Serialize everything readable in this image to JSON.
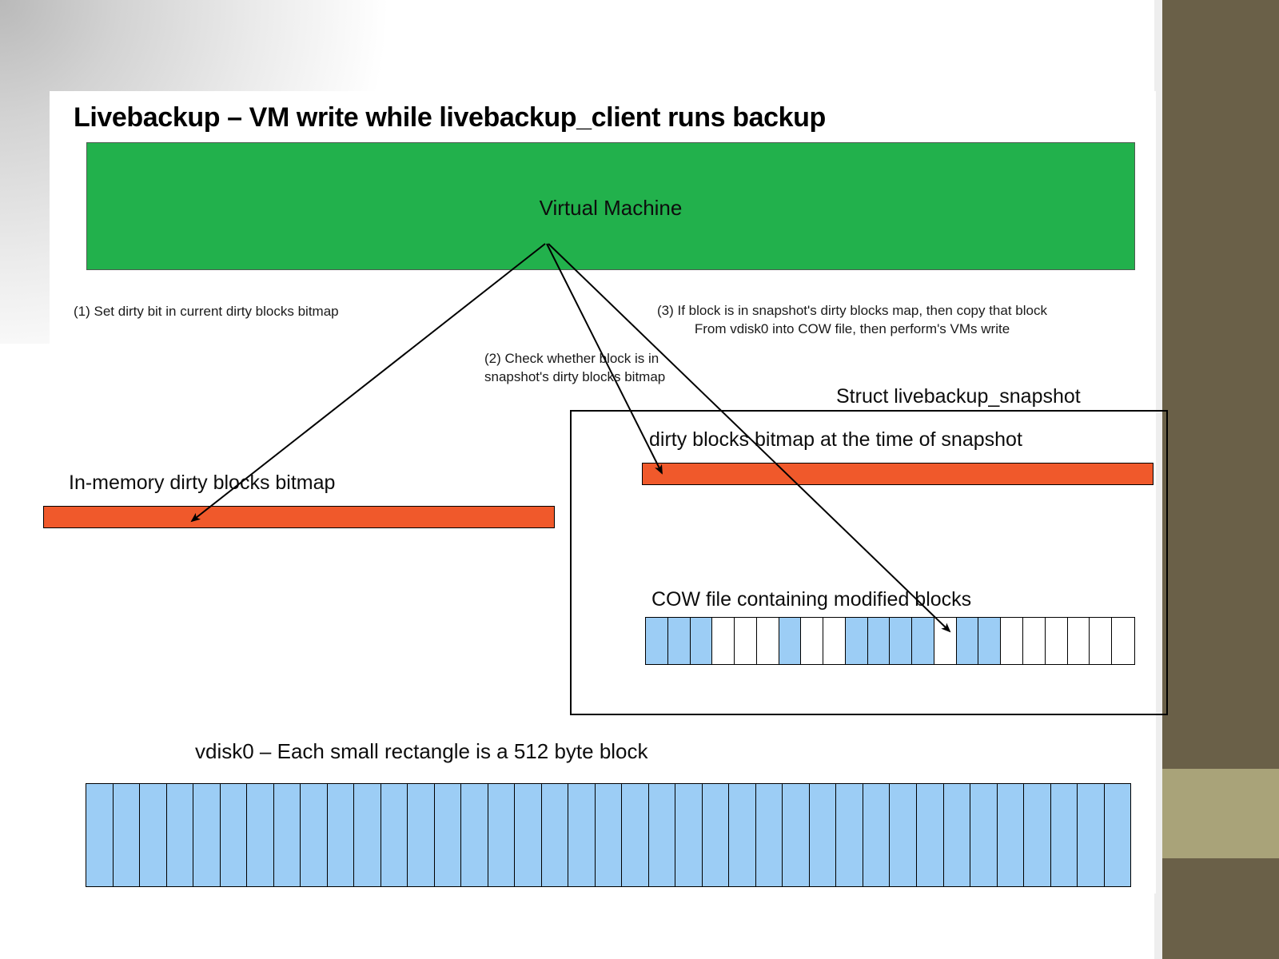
{
  "slide": {
    "title": "Livebackup – VM write while livebackup_client runs backup"
  },
  "vm": {
    "label": "Virtual Machine",
    "color": "#22b14c"
  },
  "steps": {
    "step1": "(1) Set dirty bit in current dirty blocks bitmap",
    "step2": "(2) Check whether block is in\nsnapshot's dirty blocks bitmap",
    "step3": "(3) If block is in snapshot's dirty blocks map, then copy that block\nFrom vdisk0 into COW file, then perform's VMs write"
  },
  "in_memory_bitmap": {
    "label": "In-memory dirty blocks bitmap",
    "color": "#f0592b"
  },
  "snapshot_struct": {
    "label": "Struct livebackup_snapshot",
    "bitmap_label": "dirty blocks bitmap at the time of snapshot",
    "bitmap_color": "#f0592b",
    "cow_label": "COW file containing modified blocks",
    "cow_block_color": "#9ccdf5",
    "cow_blocks": [
      1,
      1,
      1,
      0,
      0,
      0,
      1,
      0,
      0,
      1,
      1,
      1,
      1,
      0,
      1,
      1,
      0,
      0,
      0,
      0,
      0,
      0
    ]
  },
  "vdisk": {
    "label": "vdisk0 – Each small rectangle is a 512 byte block",
    "block_color": "#9ccdf5",
    "block_count": 39
  },
  "theme": {
    "panel_dark": "#6a6048",
    "panel_light": "#a9a379",
    "canvas": "#ffffff",
    "line": "#000000"
  }
}
